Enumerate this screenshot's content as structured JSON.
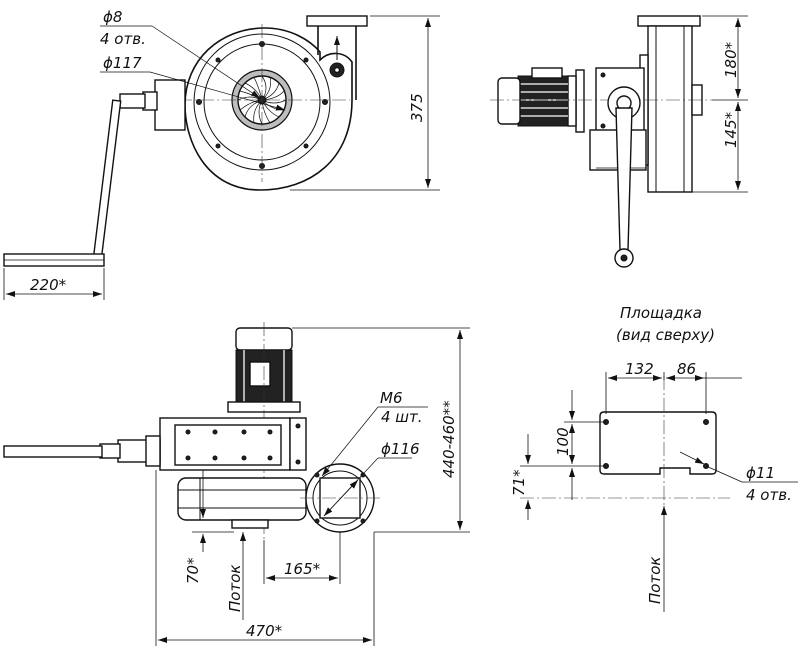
{
  "top_left_view": {
    "hole_diameter": "ϕ8",
    "hole_count": "4 отв.",
    "inlet_diameter": "ϕ117",
    "height": "375",
    "handle_length": "220*"
  },
  "top_right_view": {
    "dim_upper": "180*",
    "dim_lower": "145*"
  },
  "bottom_view": {
    "thread": "M6",
    "thread_count": "4 шт.",
    "outlet_diameter": "ϕ116",
    "overall_height": "440-460**",
    "flow_label": "Поток",
    "dim_70": "70*",
    "dim_165": "165*",
    "dim_470": "470*"
  },
  "platform": {
    "title_line1": "Площадка",
    "title_line2": "(вид сверху)",
    "dim_132": "132",
    "dim_86": "86",
    "dim_100": "100",
    "dim_71": "71*",
    "hole_diameter": "ϕ11",
    "hole_count": "4 отв.",
    "flow_label": "Поток"
  }
}
